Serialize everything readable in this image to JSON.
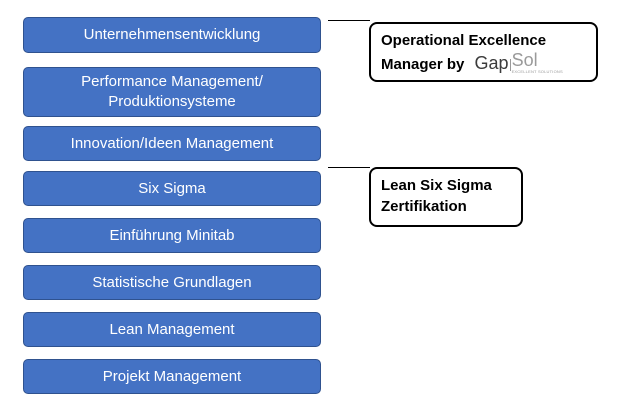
{
  "boxes": [
    {
      "label": "Unternehmensentwicklung"
    },
    {
      "label": "Performance Management/",
      "label2": "Produktionsysteme"
    },
    {
      "label": "Innovation/Ideen Management"
    },
    {
      "label": "Six Sigma"
    },
    {
      "label": "Einführung Minitab"
    },
    {
      "label": "Statistische Grundlagen"
    },
    {
      "label": "Lean Management"
    },
    {
      "label": "Projekt Management"
    }
  ],
  "callouts": {
    "opex": {
      "line1": "Operational Excellence",
      "line2": "Manager by",
      "logo_part1": "Gap",
      "logo_part2": "Sol",
      "logo_tagline": "EXCELLENT SOLUTIONS"
    },
    "lss": {
      "line1": "Lean Six Sigma",
      "line2": "Zertifikation"
    }
  },
  "colors": {
    "box_fill": "#4472c4",
    "box_border": "#2f528f",
    "box_text": "#ffffff"
  }
}
